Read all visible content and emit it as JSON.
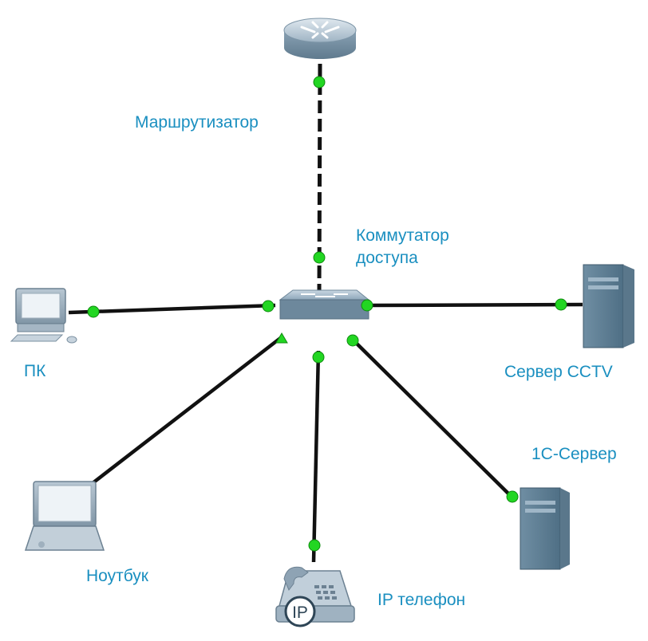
{
  "labels": {
    "router": "Маршрутизатор",
    "switch_line1": "Коммутатор",
    "switch_line2": "доступа",
    "pc": "ПК",
    "cctv_server": "Сервер CCTV",
    "onec_server": "1С-Сервер",
    "laptop": "Ноутбук",
    "ip_phone": "IP телефон",
    "phone_badge": "IP"
  },
  "colors": {
    "link": "#111111",
    "port_up": "#22d622",
    "label": "#1a8fc0"
  },
  "links": [
    {
      "from": "router",
      "to": "access-switch",
      "style": "dashed"
    },
    {
      "from": "pc",
      "to": "access-switch",
      "style": "solid"
    },
    {
      "from": "laptop",
      "to": "access-switch",
      "style": "solid"
    },
    {
      "from": "ip-phone",
      "to": "access-switch",
      "style": "solid"
    },
    {
      "from": "onec-server",
      "to": "access-switch",
      "style": "solid"
    },
    {
      "from": "cctv-server",
      "to": "access-switch",
      "style": "solid"
    }
  ]
}
